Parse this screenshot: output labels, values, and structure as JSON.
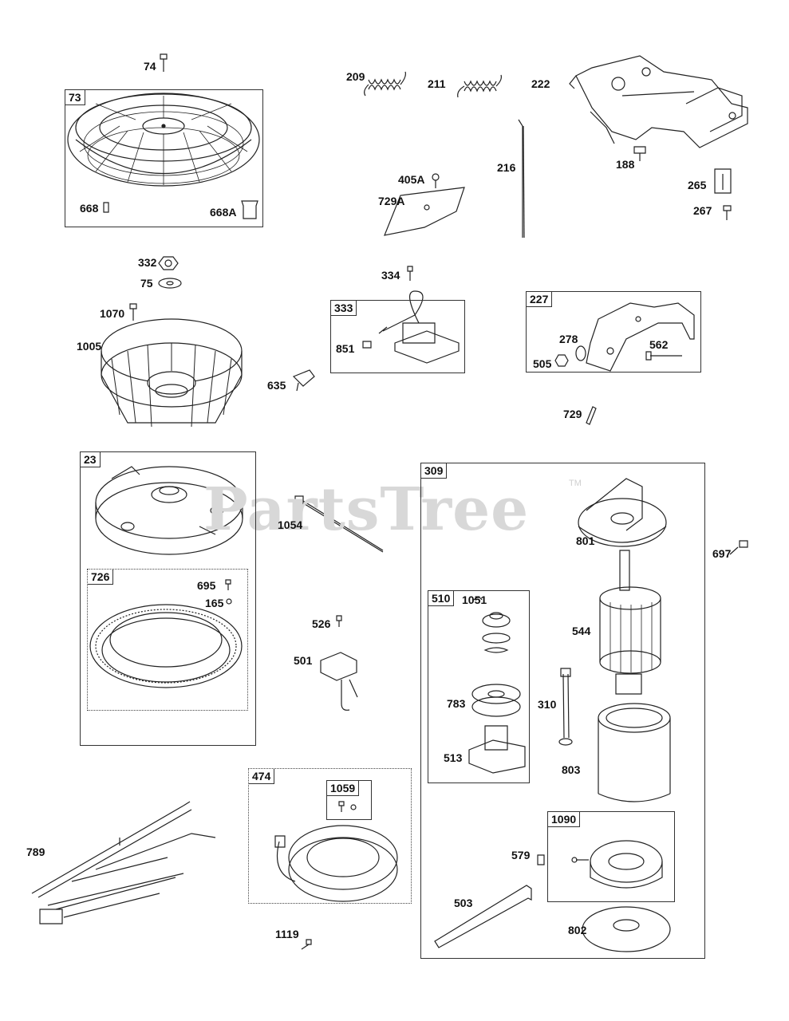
{
  "watermark": {
    "text": "PartsTree",
    "tm": "TM"
  },
  "boxes": {
    "b73": "73",
    "b23": "23",
    "b726": "726",
    "b333": "333",
    "b227": "227",
    "b309": "309",
    "b510": "510",
    "b474": "474",
    "b1059": "1059",
    "b1090": "1090"
  },
  "labels": {
    "l74": "74",
    "l209": "209",
    "l211": "211",
    "l222": "222",
    "l216": "216",
    "l188": "188",
    "l405A": "405A",
    "l729A": "729A",
    "l265": "265",
    "l267": "267",
    "l668": "668",
    "l668A": "668A",
    "l332": "332",
    "l75": "75",
    "l334": "334",
    "l1070": "1070",
    "l1005": "1005",
    "l851": "851",
    "l635": "635",
    "l278": "278",
    "l505": "505",
    "l562": "562",
    "l729": "729",
    "l1054": "1054",
    "l801": "801",
    "l697": "697",
    "l695": "695",
    "l165": "165",
    "l1051": "1051",
    "l544": "544",
    "l526": "526",
    "l501": "501",
    "l783": "783",
    "l310": "310",
    "l513": "513",
    "l803": "803",
    "l789": "789",
    "l579": "579",
    "l503": "503",
    "l802": "802",
    "l1119": "1119"
  }
}
